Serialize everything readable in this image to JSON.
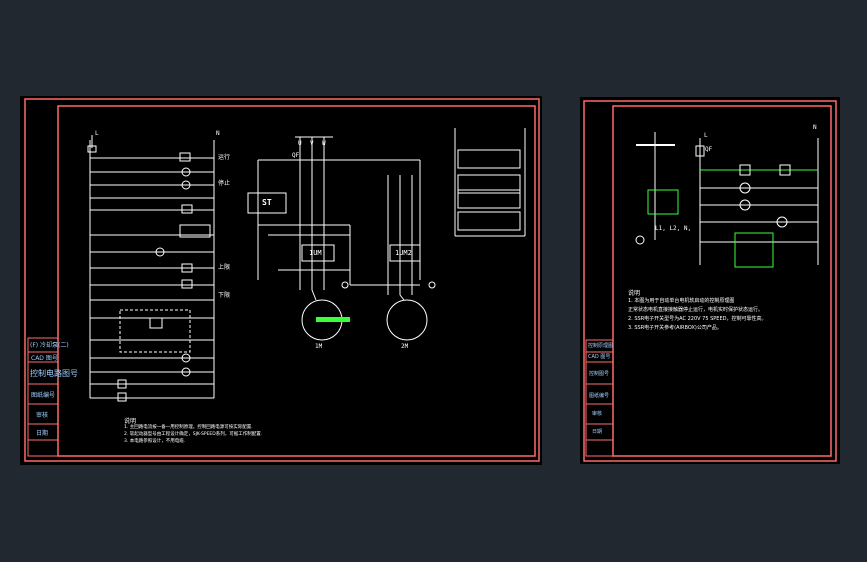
{
  "colors": {
    "background": "#212830",
    "sheet": "#000000",
    "frame": "#ff6b6b",
    "wire": "#ffffff",
    "titleblock_text": "#7fc4ff",
    "highlight_green": "#39ff39"
  },
  "left_sheet": {
    "rail_labels": {
      "left": "L",
      "right": "N"
    },
    "rung_labels": [
      "运行",
      "停止",
      "上限",
      "下限"
    ],
    "titleblock": {
      "title_1": "(F) 冷却泵(二)",
      "title_2": "CAD 图号",
      "title_3": "控制电路图号",
      "title_4": "图纸编号",
      "title_5": "审核",
      "title_6": "日期"
    },
    "power": {
      "phases": [
        "U",
        "V",
        "W"
      ],
      "main_breaker": "QF",
      "drive_boxes": [
        "ST",
        "1UM",
        "1UM2"
      ]
    },
    "motors": [
      "1M",
      "2M"
    ],
    "notes_heading": "说明",
    "notes": [
      "1. 主回路电流按一备一用控制原理，控制回路电源可按实际配置.",
      "2. 软起动器型号由工程设计确定，SJK-SPEED系列，可据工作制配置.",
      "3. 本电路参照设计，不用电缆."
    ]
  },
  "right_sheet": {
    "rail_labels": {
      "left": "L",
      "right": "N"
    },
    "breaker": "QF",
    "left_contacts": [
      "L1, L2, N,"
    ],
    "notes_heading": "说明",
    "notes": [
      "1. 本图为用于自动单台电机软启动的控制原理图",
      "   正常状态电机直接接触器停止运行，电机实时保护状态运行。",
      "2. SSR电子开关型号为AC 220V 75 SPEED，控制可靠性高。",
      "3. SSR电子开关参考(AIRBOX)公司产品。"
    ],
    "titleblock": {
      "title_1": "控制原理图",
      "title_2": "CAD 图号",
      "title_3": "控制图号",
      "title_4": "图纸编号",
      "title_5": "审核",
      "title_6": "日期"
    }
  }
}
